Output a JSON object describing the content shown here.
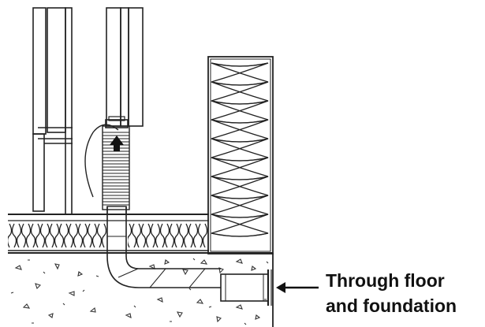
{
  "diagram": {
    "subject": "duct-routed-through-floor-and-foundation",
    "callout": {
      "line1": "Through floor",
      "line2": "and foundation"
    },
    "colors": {
      "stroke": "#222222",
      "text": "#111111",
      "background": "#ffffff"
    },
    "icons": [
      "airflow-arrow-icon",
      "callout-arrow-icon"
    ]
  }
}
